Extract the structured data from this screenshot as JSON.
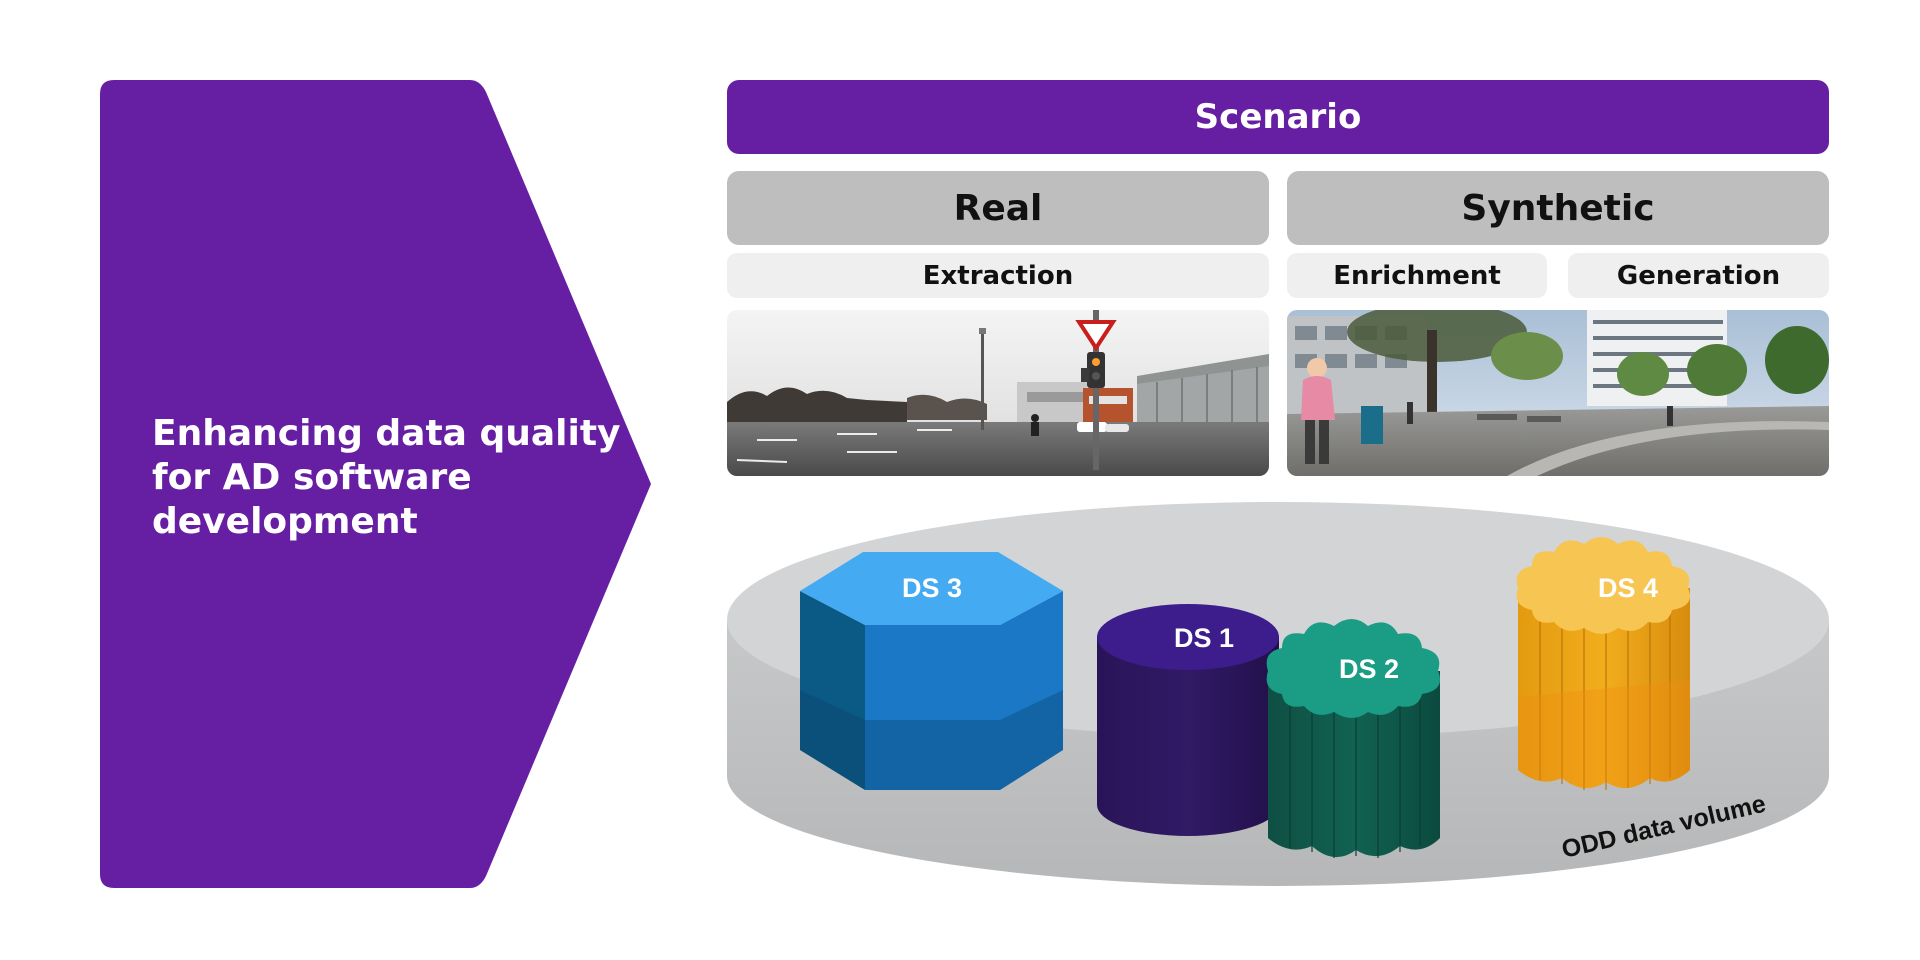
{
  "headline": "Enhancing data quality for AD software development",
  "scenario": "Scenario",
  "real": "Real",
  "synthetic": "Synthetic",
  "extraction": "Extraction",
  "enrichment": "Enrichment",
  "generation": "Generation",
  "datasets": {
    "ds1": "DS 1",
    "ds2": "DS 2",
    "ds3": "DS 3",
    "ds4": "DS 4"
  },
  "platform_label": "ODD data volume",
  "colors": {
    "purple": "#661fa3",
    "gray": "#bebebe",
    "light_gray": "#efefef",
    "ds1": "#3d1d8c",
    "ds2": "#1a9c85",
    "ds3": "#3aa6f0",
    "ds4": "#f7be3a"
  }
}
